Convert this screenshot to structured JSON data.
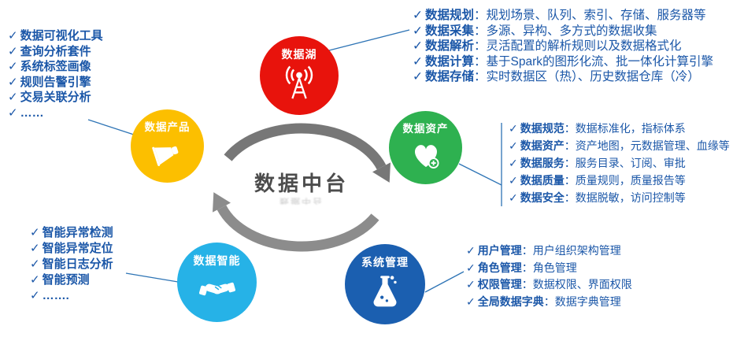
{
  "center": {
    "title": "数据中台"
  },
  "icons": {
    "check": "✓"
  },
  "palette": {
    "lake_red": "#e8130c",
    "product_yellow": "#fcbf00",
    "asset_green": "#2eb150",
    "intel_cyan": "#26b2e7",
    "system_blue": "#1b5fb0",
    "text_blue": "#1b57a8",
    "arrow_gray": "#7f7f7f",
    "center_text_gray": "#4c4c4c"
  },
  "nodes": {
    "lake": {
      "label": "数据湖",
      "icon": "broadcast-tower"
    },
    "product": {
      "label": "数据产品",
      "icon": "megaphone"
    },
    "asset": {
      "label": "数据资产",
      "icon": "heart-plus"
    },
    "intel": {
      "label": "数据智能",
      "icon": "handshake"
    },
    "system": {
      "label": "系统管理",
      "icon": "flask"
    }
  },
  "lists": {
    "lake": {
      "items": [
        {
          "t": "数据规划",
          "d": "：规划场景、队列、索引、存储、服务器等"
        },
        {
          "t": "数据采集",
          "d": "：多源、异构、多方式的数据收集"
        },
        {
          "t": "数据解析",
          "d": "：灵活配置的解析规则以及数据格式化"
        },
        {
          "t": "数据计算",
          "d": "：基于Spark的图形化流、批一体化计算引擎"
        },
        {
          "t": "数据存储",
          "d": "：实时数据区（热）、历史数据仓库（冷）"
        }
      ]
    },
    "product": {
      "items": [
        {
          "t": "数据可视化工具"
        },
        {
          "t": "查询分析套件"
        },
        {
          "t": "系统标签画像"
        },
        {
          "t": "规则告警引擎"
        },
        {
          "t": "交易关联分析"
        },
        {
          "t": "……"
        }
      ]
    },
    "asset": {
      "items": [
        {
          "t": "数据规范",
          "d": "：数据标准化，指标体系"
        },
        {
          "t": "数据资产",
          "d": "：资产地图，元数据管理、血缘等"
        },
        {
          "t": "数据服务",
          "d": "：服务目录、订阅、审批"
        },
        {
          "t": "数据质量",
          "d": "：质量规则，质量报告等"
        },
        {
          "t": "数据安全",
          "d": "：数据脱敏，访问控制等"
        }
      ]
    },
    "intel": {
      "items": [
        {
          "t": "智能异常检测"
        },
        {
          "t": "智能异常定位"
        },
        {
          "t": "智能日志分析"
        },
        {
          "t": "智能预测"
        },
        {
          "t": "……."
        }
      ]
    },
    "system": {
      "items": [
        {
          "t": "用户管理",
          "d": "：用户组织架构管理"
        },
        {
          "t": "角色管理",
          "d": "：角色管理"
        },
        {
          "t": "权限管理",
          "d": "：数据权限、界面权限"
        },
        {
          "t": "全局数据字典",
          "d": "：数据字典管理"
        }
      ]
    }
  }
}
